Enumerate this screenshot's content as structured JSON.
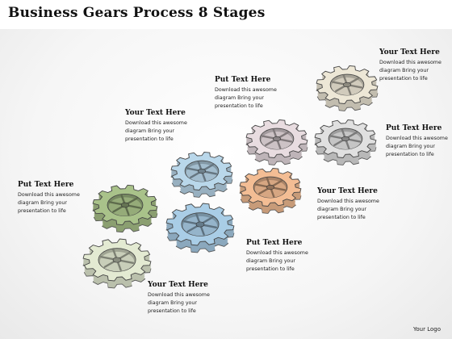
{
  "title": "Business Gears Process 8 Stages",
  "labels": [
    {
      "heading": "Your Text Here",
      "body": "Download this awesome diagram Bring your presentation to life"
    },
    {
      "heading": "Put Text Here",
      "body": "Download this awesome diagram Bring your presentation to life"
    },
    {
      "heading": "Your Text Here",
      "body": "Download this awesome diagram Bring your presentation to life"
    },
    {
      "heading": "Put Text Here",
      "body": "Download this awesome diagram Bring your presentation to life"
    },
    {
      "heading": "Your Text Here",
      "body": "Download this awesome diagram Bring your presentation to life"
    },
    {
      "heading": "Put Text Here",
      "body": "Download this awesome diagram Bring your presentation to life"
    },
    {
      "heading": "Put Text Here",
      "body": "Download this awesome diagram Bring your presentation to life"
    },
    {
      "heading": "Your Text Here",
      "body": "Download this awesome diagram Bring your presentation to life"
    }
  ],
  "gear_colors": [
    "#e3ead2",
    "#a9c28a",
    "#a9cde6",
    "#b9d7ea",
    "#f3bd94",
    "#e8dce0",
    "#e0e0e0",
    "#ede7d6"
  ],
  "logo": "Your Logo"
}
